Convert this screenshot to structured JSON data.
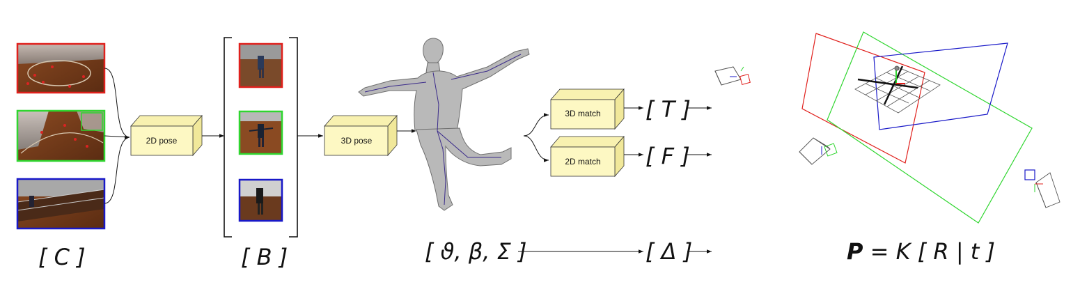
{
  "cameras_label": "[ C ]",
  "boxes_label": "[ B ]",
  "params_label": "[ ϑ, β, Σ ]",
  "projection": {
    "bold": "P",
    "rest": " = K [ R | t ]"
  },
  "process_boxes": {
    "pose2d": "2D pose",
    "pose3d": "3D pose",
    "match3d": "3D match",
    "match2d": "2D match"
  },
  "outputs": {
    "T": "[ T ]",
    "F": "[ F ]",
    "delta": "[ Δ ]"
  },
  "colors": {
    "red": "#e0201c",
    "green": "#2fd62f",
    "blue": "#1818c8",
    "box_face": "#fdf8c3",
    "box_side": "#f1e89a",
    "box_top": "#f8f1b0"
  }
}
